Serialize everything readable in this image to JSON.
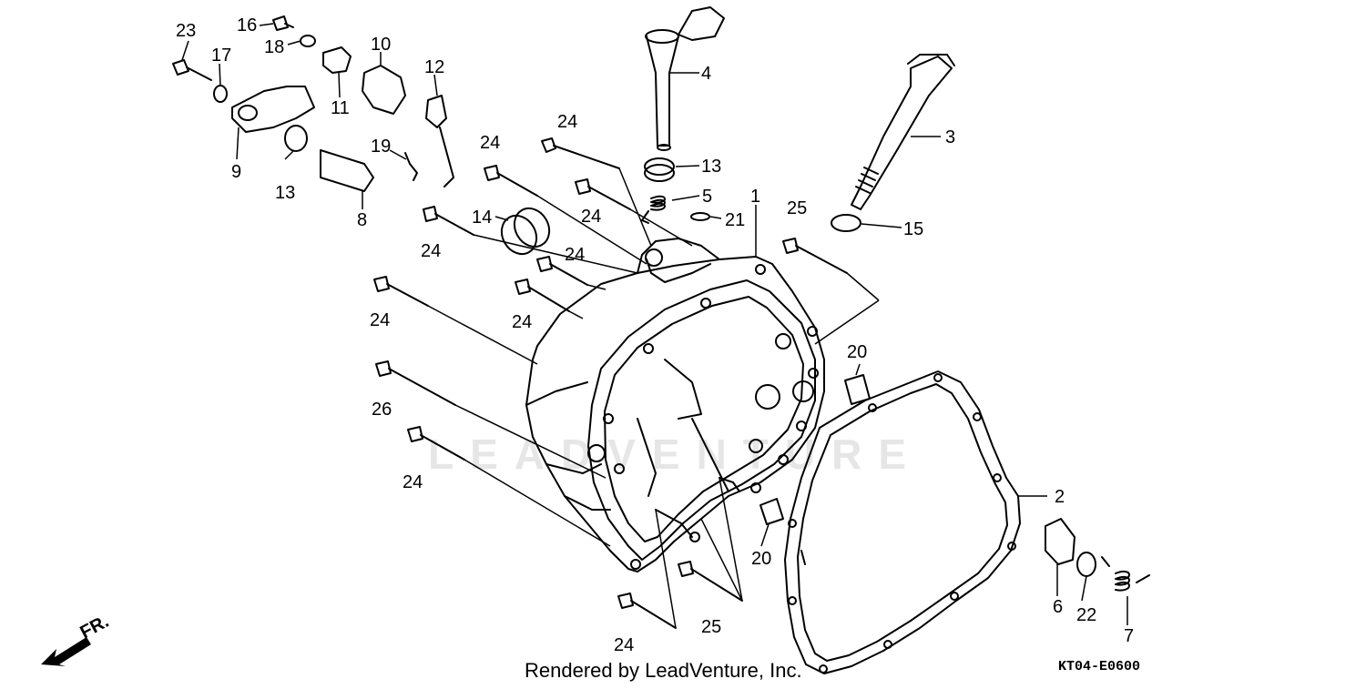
{
  "diagram": {
    "watermark": "LEADVENTURE",
    "footer_text": "Rendered by LeadVenture, Inc.",
    "drawing_code": "KT04-E0600",
    "direction_label": "FR."
  },
  "callouts": {
    "c1": "1",
    "c2": "2",
    "c3": "3",
    "c4": "4",
    "c5": "5",
    "c6": "6",
    "c7": "7",
    "c8": "8",
    "c9": "9",
    "c10": "10",
    "c11": "11",
    "c12": "12",
    "c13a": "13",
    "c13b": "13",
    "c14": "14",
    "c15": "15",
    "c16": "16",
    "c17": "17",
    "c18": "18",
    "c19": "19",
    "c20a": "20",
    "c20b": "20",
    "c21": "21",
    "c22": "22",
    "c23": "23",
    "c24a": "24",
    "c24b": "24",
    "c24c": "24",
    "c24d": "24",
    "c24e": "24",
    "c24f": "24",
    "c24g": "24",
    "c24h": "24",
    "c24i": "24",
    "c25a": "25",
    "c25b": "25",
    "c26": "26"
  }
}
